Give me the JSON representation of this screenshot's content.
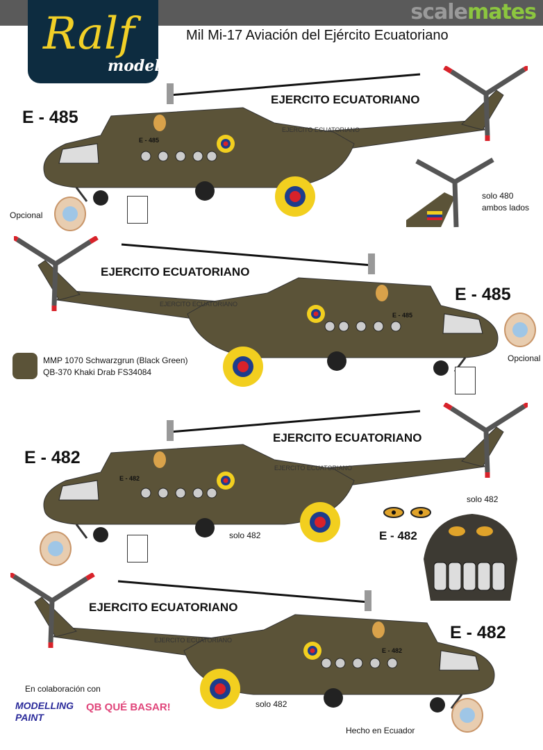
{
  "header": {
    "site_watermark_a": "scale",
    "site_watermark_b": "mates",
    "brand_logo": "Ralf models",
    "title": "Mil Mi-17 Aviación del Ejército Ecuatoriano"
  },
  "profiles": [
    {
      "serial": "E - 485",
      "fuselage_serial": "E - 485",
      "tail_text": "EJERCITO ECUATORIANO",
      "boom_text": "EJERCITO ECUATORIANO",
      "note": "Opcional"
    },
    {
      "serial": "E - 485",
      "fuselage_serial": "E - 485",
      "tail_text": "EJERCITO ECUATORIANO",
      "boom_text": "EJERCITO ECUATORIANO",
      "note": "Opcional"
    },
    {
      "serial": "E - 482",
      "fuselage_serial": "E - 482",
      "tail_text": "EJERCITO ECUATORIANO",
      "boom_text": "EJERCITO ECUATORIANO",
      "note": "solo 482"
    },
    {
      "serial": "E - 482",
      "fuselage_serial": "E - 482",
      "tail_text": "EJERCITO ECUATORIANO",
      "boom_text": "EJERCITO ECUATORIANO",
      "note": "solo 482"
    }
  ],
  "tail_insert": {
    "line1": "solo 480",
    "line2": "ambos lados"
  },
  "face": {
    "title": "solo 482",
    "serial": "E - 482"
  },
  "legend": {
    "line1": "MMP 1070 Schwarzgrun (Black Green)",
    "line2": "QB-370 Khaki Drab FS34084",
    "color": "#5b5338"
  },
  "footer": {
    "collab": "En colaboración con",
    "partner1": "MODELLING PAINT",
    "partner2": "QB QUÉ BASAR!",
    "made_in": "Hecho en Ecuador"
  },
  "colors": {
    "olive": "#5b5338",
    "yellow": "#f2cf1f",
    "blue": "#1d3c8c",
    "red": "#d8222a"
  }
}
